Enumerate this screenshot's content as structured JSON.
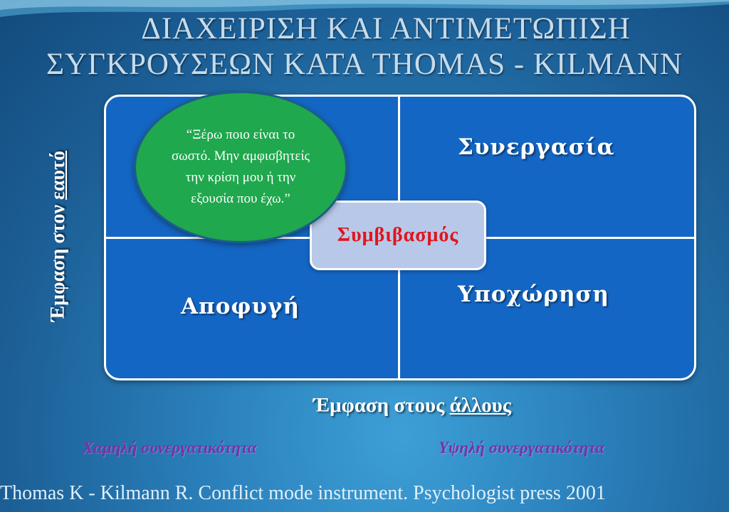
{
  "title": {
    "line1": "ΔΙΑΧΕΙΡΙΣΗ ΚΑΙ ΑΝΤΙΜΕΤΩΠΙΣΗ",
    "line2": "ΣΥΓΚΡΟΥΣΕΩΝ ΚΑΤΑ THOMAS - KILMANN"
  },
  "quadrants": {
    "collaboration": "Συνεργασία",
    "avoidance": "Αποφυγή",
    "accommodation": "Υποχώρηση",
    "compromise": "Συμβιβασμός"
  },
  "bubble": {
    "quote": "“Ξέρω ποιο είναι το σωστό. Μην αμφισβητείς την κρίση μου ή την εξουσία που έχω.”"
  },
  "axes": {
    "y_prefix": "Έμφαση στον ",
    "y_underlined": "εαυτό",
    "x_prefix": "Έμφαση στους ",
    "x_underlined": "άλλους"
  },
  "cooperation": {
    "low": "Χαμηλή συνεργατικότητα",
    "high": "Υψηλή συνεργατικότητα"
  },
  "citation": "Thomas K - Kilmann R. Conflict mode instrument. Psychologist press 2001",
  "colors": {
    "grid_fill": "#1466c4",
    "bubble_fill": "#1fa84d",
    "compromise_fill": "#b8c8e8",
    "compromise_text": "#e0141c",
    "cooperation_text": "#7b2fa6"
  }
}
